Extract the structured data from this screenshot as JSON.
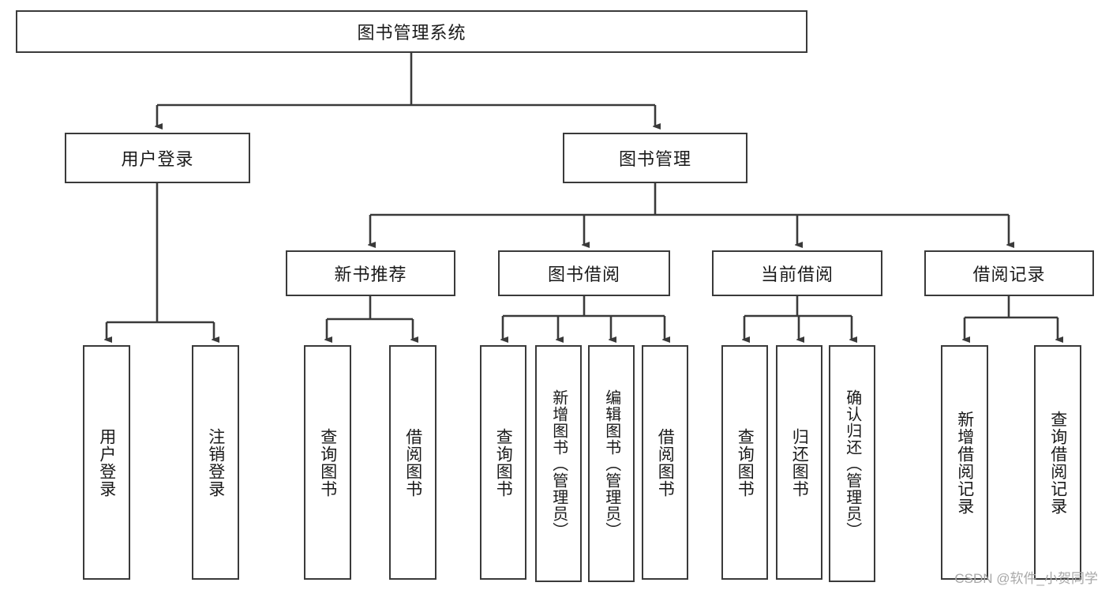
{
  "diagram": {
    "type": "tree-hierarchy",
    "title": "图书管理系统",
    "watermark": "CSDN @软件_小贺同学",
    "colors": {
      "border": "#3a3a3a",
      "background": "#ffffff",
      "text": "#1a1a1a",
      "link": "#3a3a3a",
      "watermark": "#a8a8a8"
    },
    "levels": {
      "root": {
        "label": "图书管理系统"
      },
      "level2": [
        {
          "label": "用户登录"
        },
        {
          "label": "图书管理"
        }
      ],
      "level3": [
        {
          "label": "新书推荐"
        },
        {
          "label": "图书借阅"
        },
        {
          "label": "当前借阅"
        },
        {
          "label": "借阅记录"
        }
      ],
      "leaves": [
        {
          "label": "用户登录",
          "parent": "用户登录"
        },
        {
          "label": "注销登录",
          "parent": "用户登录"
        },
        {
          "label": "查询图书",
          "parent": "新书推荐"
        },
        {
          "label": "借阅图书",
          "parent": "新书推荐"
        },
        {
          "label": "查询图书",
          "parent": "图书借阅"
        },
        {
          "label": "新增图书（管理员）",
          "parent": "图书借阅"
        },
        {
          "label": "编辑图书（管理员）",
          "parent": "图书借阅"
        },
        {
          "label": "借阅图书",
          "parent": "图书借阅"
        },
        {
          "label": "查询图书",
          "parent": "当前借阅"
        },
        {
          "label": "归还图书",
          "parent": "当前借阅"
        },
        {
          "label": "确认归还（管理员）",
          "parent": "当前借阅"
        },
        {
          "label": "新增借阅记录",
          "parent": "借阅记录"
        },
        {
          "label": "查询借阅记录",
          "parent": "借阅记录"
        }
      ]
    }
  }
}
